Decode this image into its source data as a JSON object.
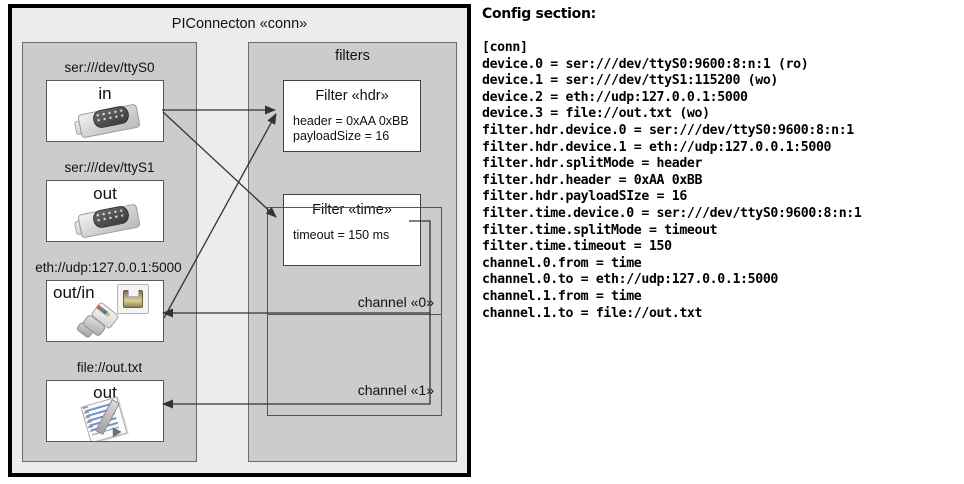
{
  "diagram": {
    "title": "PIConnecton «conn»",
    "devices_group": {
      "label": ""
    },
    "filters_group": {
      "label": "filters"
    },
    "devices": [
      {
        "label": "ser:///dev/ttyS0",
        "io": "in",
        "icon": "serial-port-icon"
      },
      {
        "label": "ser:///dev/ttyS1",
        "io": "out",
        "icon": "serial-port-icon"
      },
      {
        "label": "eth://udp:127.0.0.1:5000",
        "io": "out/in",
        "icon": "ethernet-icon"
      },
      {
        "label": "file://out.txt",
        "io": "out",
        "icon": "document-icon"
      }
    ],
    "filters": [
      {
        "title": "Filter «hdr»",
        "body": "header = 0xAA 0xBB\npayloadSize = 16"
      },
      {
        "title": "Filter «time»",
        "body": "timeout = 150 ms"
      }
    ],
    "channels": [
      {
        "label": "channel «0»"
      },
      {
        "label": "channel «1»"
      }
    ]
  },
  "config": {
    "heading": "Config section:",
    "lines": [
      "[conn]",
      "device.0 = ser:///dev/ttyS0:9600:8:n:1 (ro)",
      "device.1 = ser:///dev/ttyS1:115200 (wo)",
      "device.2 = eth://udp:127.0.0.1:5000",
      "device.3 = file://out.txt (wo)",
      "filter.hdr.device.0 = ser:///dev/ttyS0:9600:8:n:1",
      "filter.hdr.device.1 = eth://udp:127.0.0.1:5000",
      "filter.hdr.splitMode = header",
      "filter.hdr.header = 0xAA 0xBB",
      "filter.hdr.payloadSIze = 16",
      "filter.time.device.0 = ser:///dev/ttyS0:9600:8:n:1",
      "filter.time.splitMode = timeout",
      "filter.time.timeout = 150",
      "channel.0.from = time",
      "channel.0.to = eth://udp:127.0.0.1:5000",
      "channel.1.from = time",
      "channel.1.to = file://out.txt"
    ]
  },
  "colors": {
    "outer_border": "#000000",
    "outer_bg": "#ececec",
    "group_bg": "#cccccc",
    "group_border": "#6d6d6d",
    "box_bg": "#ffffff",
    "line": "#333333"
  }
}
